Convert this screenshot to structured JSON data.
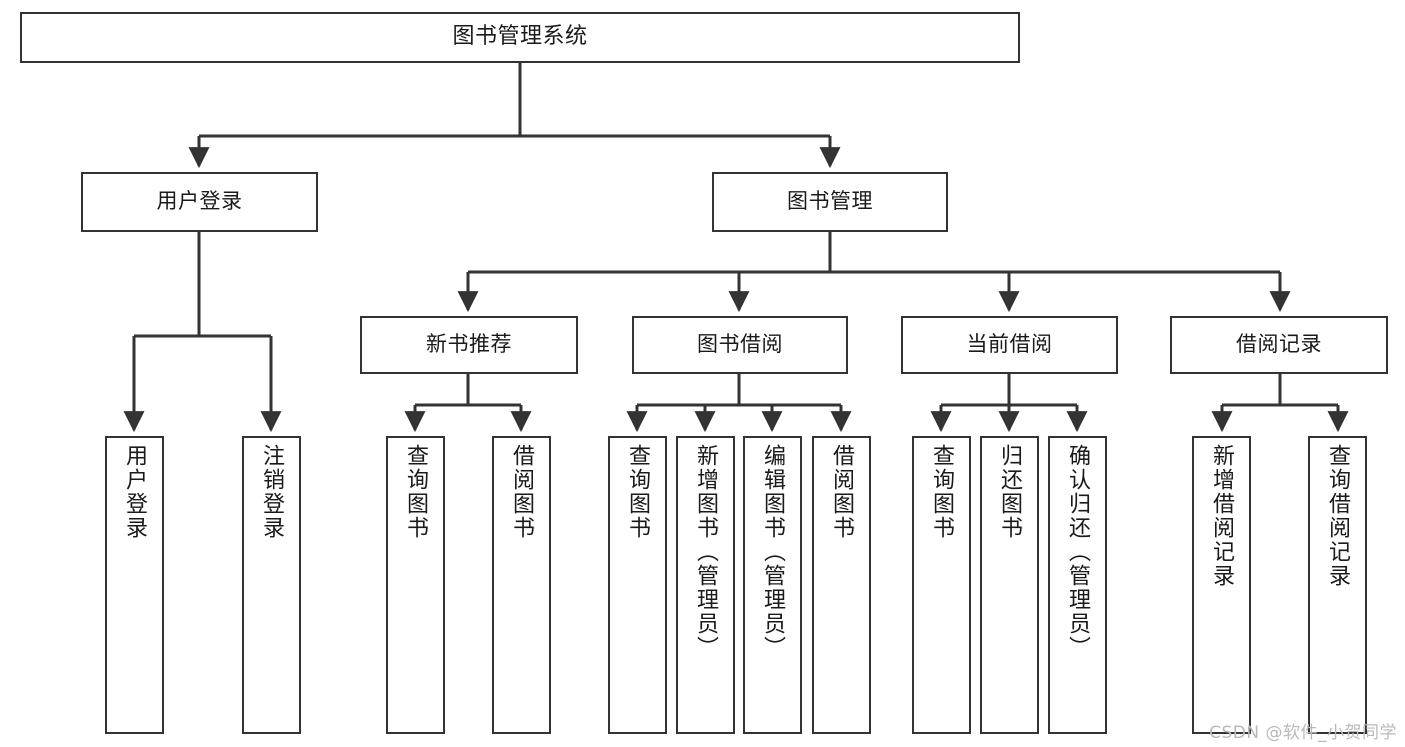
{
  "diagram": {
    "title": "图书管理系统",
    "watermark": "CSDN @软件_小贺同学",
    "stroke_color": "#333333",
    "background_color": "#ffffff",
    "text_color": "#1a1a1a",
    "nodes": {
      "root": {
        "label": "图书管理系统"
      },
      "level1": [
        {
          "id": "user-login",
          "label": "用户登录"
        },
        {
          "id": "book-management",
          "label": "图书管理"
        }
      ],
      "level2": [
        {
          "id": "new-book-recommend",
          "label": "新书推荐"
        },
        {
          "id": "book-borrow",
          "label": "图书借阅"
        },
        {
          "id": "current-borrow",
          "label": "当前借阅"
        },
        {
          "id": "borrow-record",
          "label": "借阅记录"
        }
      ],
      "leaves": {
        "user-login": [
          {
            "id": "leaf-user-login",
            "label": "用户登录"
          },
          {
            "id": "leaf-user-logout",
            "label": "注销登录"
          }
        ],
        "new-book-recommend": [
          {
            "id": "leaf-query-book-1",
            "label": "查询图书"
          },
          {
            "id": "leaf-borrow-book-1",
            "label": "借阅图书"
          }
        ],
        "book-borrow": [
          {
            "id": "leaf-query-book-2",
            "label": "查询图书"
          },
          {
            "id": "leaf-add-book",
            "label": "新增图书（管理员）"
          },
          {
            "id": "leaf-edit-book",
            "label": "编辑图书（管理员）"
          },
          {
            "id": "leaf-borrow-book-2",
            "label": "借阅图书"
          }
        ],
        "current-borrow": [
          {
            "id": "leaf-query-book-3",
            "label": "查询图书"
          },
          {
            "id": "leaf-return-book",
            "label": "归还图书"
          },
          {
            "id": "leaf-confirm-return",
            "label": "确认归还（管理员）"
          }
        ],
        "borrow-record": [
          {
            "id": "leaf-add-record",
            "label": "新增借阅记录"
          },
          {
            "id": "leaf-query-record",
            "label": "查询借阅记录"
          }
        ]
      }
    }
  }
}
